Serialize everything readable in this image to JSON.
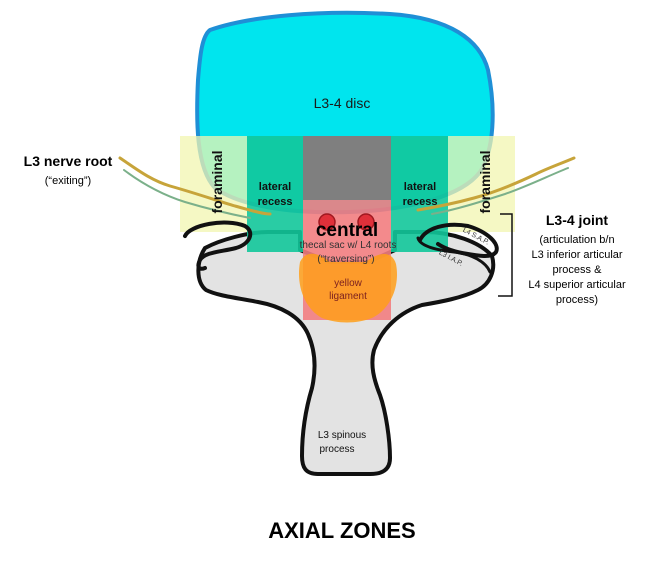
{
  "title": "AXIAL ZONES",
  "disc_label": "L3-4 disc",
  "nerve_root": {
    "label": "L3 nerve root",
    "sub": "(“exiting”)"
  },
  "zones": {
    "foraminal_left": "foraminal",
    "foraminal_right": "foraminal",
    "lateral_recess_left": [
      "lateral",
      "recess"
    ],
    "lateral_recess_right": [
      "lateral",
      "recess"
    ],
    "central": "central"
  },
  "thecal_sac": [
    "thecal sac w/ L4 roots",
    "(“traversing”)"
  ],
  "yellow_ligament": [
    "yellow",
    "ligament"
  ],
  "joint": {
    "label": "L3-4 joint",
    "lines": [
      "(articulation b/n",
      "L3 inferior articular",
      "process &",
      "L4 superior articular",
      "process)"
    ]
  },
  "sap_label": "L4 S.A.P.",
  "iap_label": "L3 I.A.P.",
  "spinous": [
    "L3 spinous",
    "process"
  ],
  "colors": {
    "disc": "#00e5ee",
    "disc_stroke": "#1f8fd6",
    "foraminal": "#f2f5b0",
    "lateral_recess": "#12c79a",
    "central_top": "#7f7f7f",
    "central_bottom": "#f27d80",
    "ligament": "#ff9f1a",
    "bone": "#e3e3e3"
  }
}
